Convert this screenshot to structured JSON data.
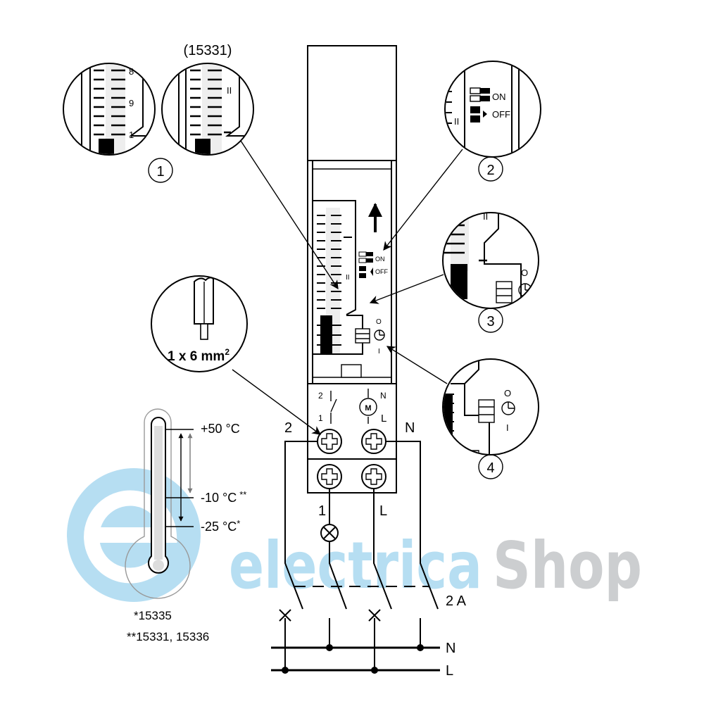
{
  "watermark": {
    "part1": "electrica",
    "part2": "Shop",
    "color1": "#aad9f0",
    "color2": "#c4c6c8"
  },
  "detail1": {
    "number": "1",
    "scale_labels": [
      "8",
      "9",
      "1"
    ]
  },
  "detail1b": {
    "model": "(15331)",
    "scale_label": "II"
  },
  "detail2": {
    "number": "2",
    "on": "ON",
    "off": "OFF",
    "scale_label": "II"
  },
  "detail3": {
    "number": "3",
    "scale_label": "II",
    "off_mark": "O"
  },
  "detail4": {
    "number": "4",
    "off_mark": "O",
    "on_mark": "I"
  },
  "cable": {
    "label": "1 x 6 mm",
    "sup": "2"
  },
  "device": {
    "scale_label": "II",
    "on": "ON",
    "off": "OFF",
    "off_mark": "O",
    "on_mark": "I",
    "contact_top": "2",
    "contact_bottom": "1",
    "motor": "M",
    "motor_n": "N",
    "motor_l": "L"
  },
  "terminals": {
    "left": "2",
    "right": "N",
    "lamp_wire": "1",
    "line_wire": "L"
  },
  "breaker": {
    "rating": "2 A"
  },
  "bus": {
    "n": "N",
    "l": "L"
  },
  "thermometer": {
    "max": "+50 °C",
    "mid": "-10 °C",
    "mid_mark": "**",
    "min": "-25 °C",
    "min_mark": "*"
  },
  "footnotes": {
    "note1": "*15335",
    "note2": "**15331, 15336"
  }
}
